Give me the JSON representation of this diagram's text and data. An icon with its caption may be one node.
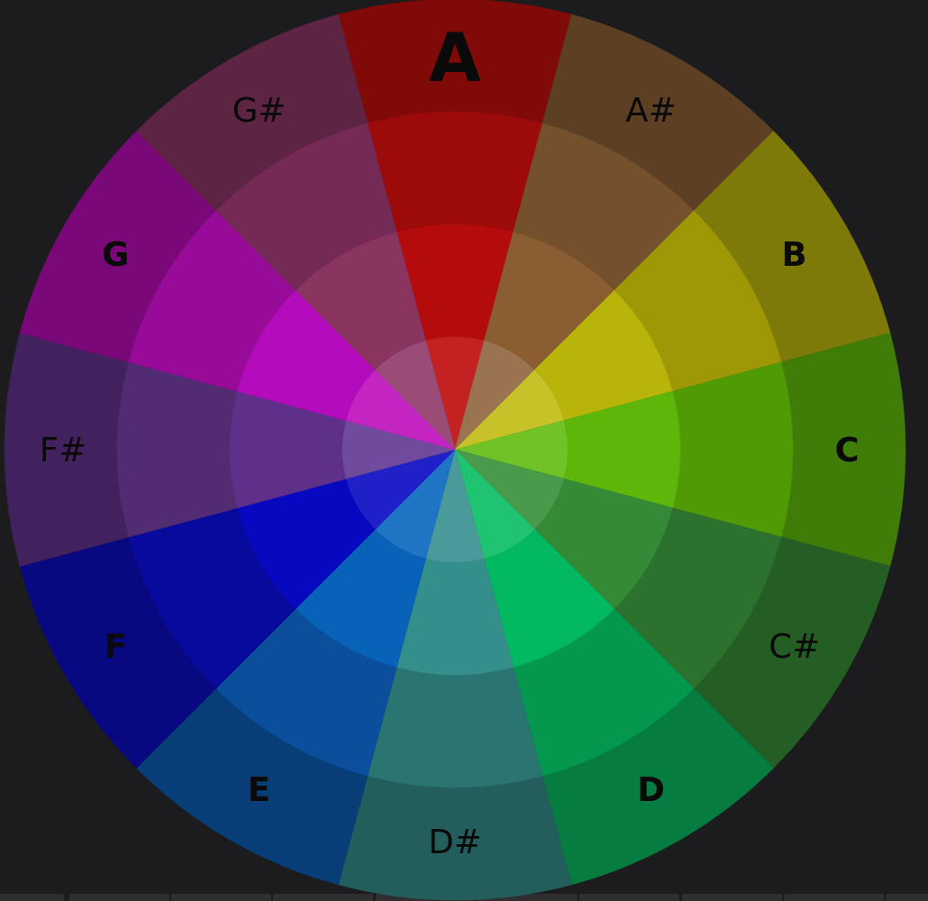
{
  "diagram": {
    "nodes": [
      {
        "text": [
          "A"
        ]
      },
      {
        "text": [
          "A#"
        ]
      },
      {
        "text": [
          "B"
        ]
      },
      {
        "text": [
          "C"
        ]
      },
      {
        "text": [
          "C#"
        ]
      },
      {
        "text": [
          "D"
        ]
      },
      {
        "text": [
          "D#"
        ]
      },
      {
        "text": [
          "E"
        ]
      },
      {
        "text": [
          "F"
        ]
      },
      {
        "text": [
          "F#"
        ]
      },
      {
        "text": [
          "G"
        ]
      },
      {
        "text": [
          "G#"
        ]
      }
    ]
  }
}
